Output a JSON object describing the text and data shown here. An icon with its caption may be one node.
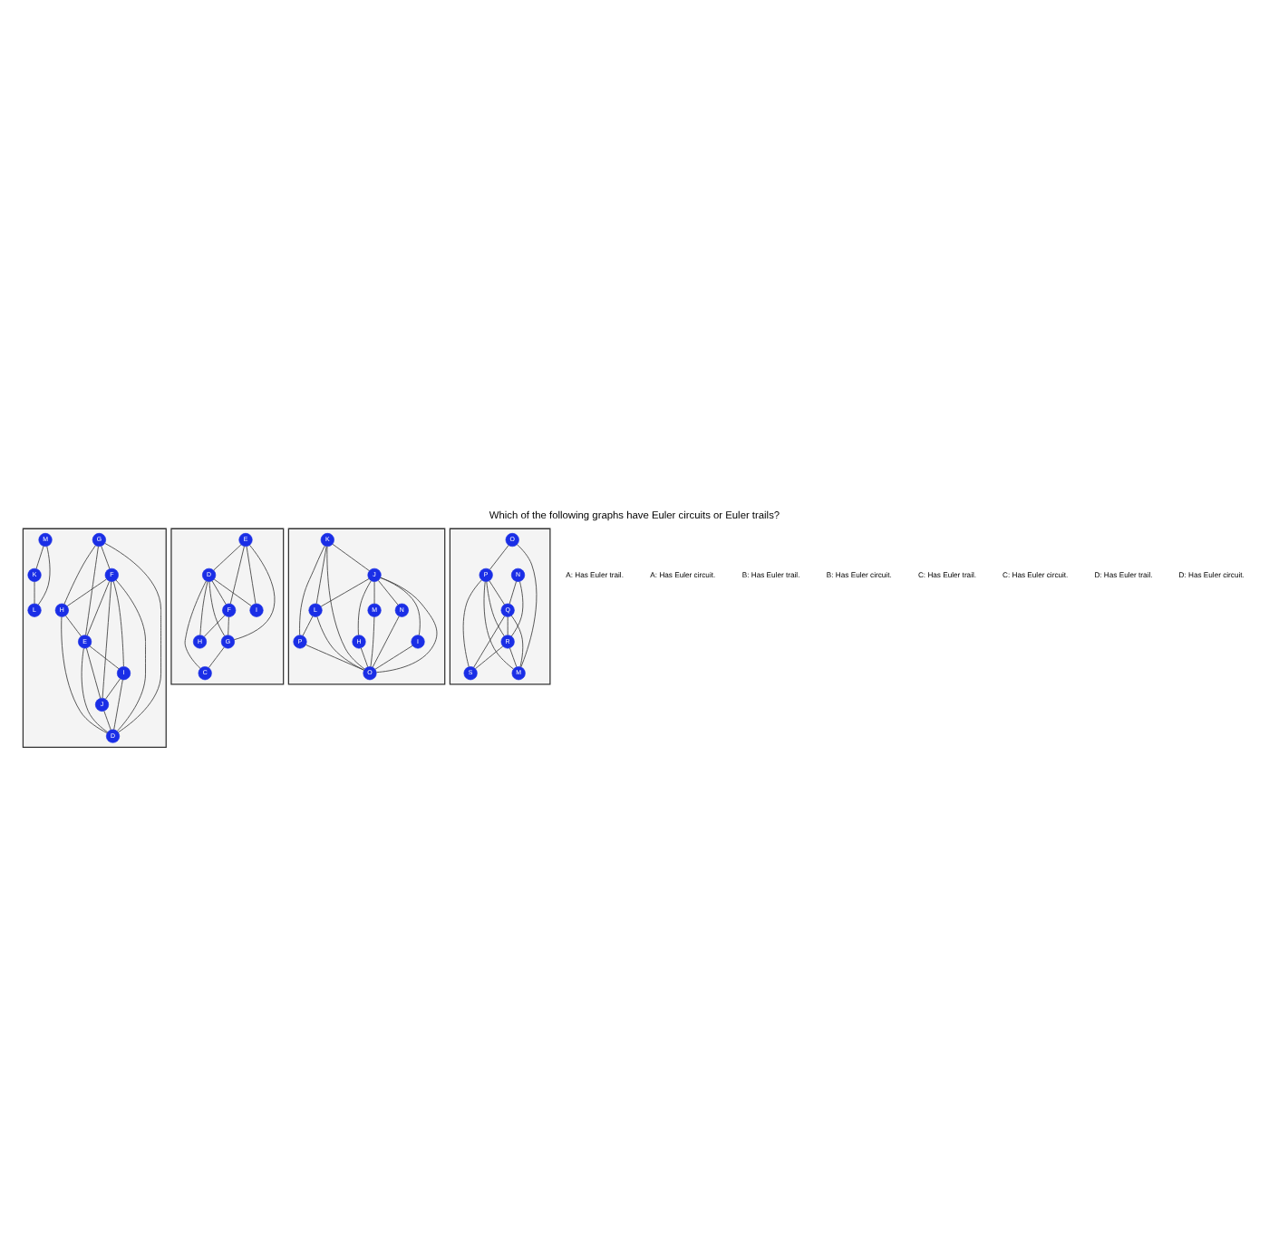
{
  "diagram": {
    "title": "Which of the following graphs have Euler circuits or Euler trails?",
    "nodes": [
      {
        "text": [],
        "shape": "box"
      },
      {
        "text": [
          "G"
        ],
        "in": 0
      },
      {
        "text": [
          "F"
        ],
        "in": 0
      },
      {
        "text": [
          "H"
        ],
        "in": 0
      },
      {
        "text": [
          "E"
        ],
        "in": 0
      },
      {
        "text": [
          "I"
        ],
        "in": 0
      },
      {
        "text": [
          "D"
        ],
        "in": 0
      },
      {
        "text": [
          "J"
        ],
        "in": 0
      },
      {
        "text": [
          "M"
        ],
        "in": 0
      },
      {
        "text": [
          "K"
        ],
        "in": 0
      },
      {
        "text": [
          "L"
        ],
        "in": 0
      },
      {
        "text": [],
        "shape": "box"
      },
      {
        "text": [
          "E"
        ],
        "in": 11
      },
      {
        "text": [
          "D"
        ],
        "in": 11
      },
      {
        "text": [
          "F"
        ],
        "in": 11
      },
      {
        "text": [
          "C"
        ],
        "in": 11
      },
      {
        "text": [
          "G"
        ],
        "in": 11
      },
      {
        "text": [
          "I"
        ],
        "in": 11
      },
      {
        "text": [
          "H"
        ],
        "in": 11
      },
      {
        "text": [],
        "shape": "box"
      },
      {
        "text": [
          "J"
        ],
        "in": 19
      },
      {
        "text": [
          "K"
        ],
        "in": 19
      },
      {
        "text": [
          "I"
        ],
        "in": 19
      },
      {
        "text": [
          "L"
        ],
        "in": 19
      },
      {
        "text": [
          "H"
        ],
        "in": 19
      },
      {
        "text": [
          "M"
        ],
        "in": 19
      },
      {
        "text": [
          "P"
        ],
        "in": 19
      },
      {
        "text": [
          "N"
        ],
        "in": 19
      },
      {
        "text": [
          "O"
        ],
        "in": 19
      },
      {
        "text": [],
        "shape": "box"
      },
      {
        "text": [
          "O"
        ],
        "in": 29
      },
      {
        "text": [
          "N"
        ],
        "in": 29
      },
      {
        "text": [
          "P"
        ],
        "in": 29
      },
      {
        "text": [
          "M"
        ],
        "in": 29
      },
      {
        "text": [
          "Q"
        ],
        "in": 29
      },
      {
        "text": [
          "S"
        ],
        "in": 29
      },
      {
        "text": [
          "R"
        ],
        "in": 29
      }
    ],
    "edges": [
      {
        "from": 1,
        "to": 2,
        "arrow": "none"
      },
      {
        "from": 1,
        "to": 3,
        "arrow": "none"
      },
      {
        "from": 1,
        "to": 4,
        "arrow": "none"
      },
      {
        "from": 1,
        "to": 6,
        "arrow": "none"
      },
      {
        "from": 2,
        "to": 3,
        "arrow": "none"
      },
      {
        "from": 2,
        "to": 4,
        "arrow": "none"
      },
      {
        "from": 2,
        "to": 6,
        "arrow": "none"
      },
      {
        "from": 2,
        "to": 5,
        "arrow": "none"
      },
      {
        "from": 2,
        "to": 7,
        "arrow": "none"
      },
      {
        "from": 3,
        "to": 4,
        "arrow": "none"
      },
      {
        "from": 3,
        "to": 6,
        "arrow": "none"
      },
      {
        "from": 4,
        "to": 5,
        "arrow": "none"
      },
      {
        "from": 4,
        "to": 7,
        "arrow": "none"
      },
      {
        "from": 4,
        "to": 6,
        "arrow": "none"
      },
      {
        "from": 5,
        "to": 6,
        "arrow": "none"
      },
      {
        "from": 5,
        "to": 7,
        "arrow": "none"
      },
      {
        "from": 7,
        "to": 6,
        "arrow": "none"
      },
      {
        "from": 8,
        "to": 9,
        "arrow": "none"
      },
      {
        "from": 8,
        "to": 10,
        "arrow": "none"
      },
      {
        "from": 9,
        "to": 10,
        "arrow": "none"
      },
      {
        "from": 12,
        "to": 13,
        "arrow": "none"
      },
      {
        "from": 12,
        "to": 14,
        "arrow": "none"
      },
      {
        "from": 12,
        "to": 16,
        "arrow": "none"
      },
      {
        "from": 12,
        "to": 17,
        "arrow": "none"
      },
      {
        "from": 13,
        "to": 14,
        "arrow": "none"
      },
      {
        "from": 13,
        "to": 16,
        "arrow": "none"
      },
      {
        "from": 13,
        "to": 18,
        "arrow": "none"
      },
      {
        "from": 13,
        "to": 17,
        "arrow": "none"
      },
      {
        "from": 13,
        "to": 15,
        "arrow": "none"
      },
      {
        "from": 14,
        "to": 16,
        "arrow": "none"
      },
      {
        "from": 14,
        "to": 18,
        "arrow": "none"
      },
      {
        "from": 16,
        "to": 15,
        "arrow": "none"
      },
      {
        "from": 21,
        "to": 20,
        "arrow": "none"
      },
      {
        "from": 20,
        "to": 23,
        "arrow": "none"
      },
      {
        "from": 20,
        "to": 25,
        "arrow": "none"
      },
      {
        "from": 20,
        "to": 27,
        "arrow": "none"
      },
      {
        "from": 20,
        "to": 28,
        "arrow": "none"
      },
      {
        "from": 20,
        "to": 22,
        "arrow": "none"
      },
      {
        "from": 20,
        "to": 24,
        "arrow": "none"
      },
      {
        "from": 21,
        "to": 23,
        "arrow": "none"
      },
      {
        "from": 21,
        "to": 28,
        "arrow": "none"
      },
      {
        "from": 21,
        "to": 26,
        "arrow": "none"
      },
      {
        "from": 23,
        "to": 28,
        "arrow": "none"
      },
      {
        "from": 23,
        "to": 26,
        "arrow": "none"
      },
      {
        "from": 25,
        "to": 28,
        "arrow": "none"
      },
      {
        "from": 27,
        "to": 28,
        "arrow": "none"
      },
      {
        "from": 22,
        "to": 28,
        "arrow": "none"
      },
      {
        "from": 24,
        "to": 28,
        "arrow": "none"
      },
      {
        "from": 26,
        "to": 28,
        "arrow": "none"
      },
      {
        "from": 30,
        "to": 32,
        "arrow": "none"
      },
      {
        "from": 30,
        "to": 33,
        "arrow": "none"
      },
      {
        "from": 31,
        "to": 34,
        "arrow": "none"
      },
      {
        "from": 31,
        "to": 36,
        "arrow": "none"
      },
      {
        "from": 32,
        "to": 34,
        "arrow": "none"
      },
      {
        "from": 32,
        "to": 33,
        "arrow": "none"
      },
      {
        "from": 32,
        "to": 36,
        "arrow": "none"
      },
      {
        "from": 32,
        "to": 35,
        "arrow": "none"
      },
      {
        "from": 34,
        "to": 33,
        "arrow": "none"
      },
      {
        "from": 34,
        "to": 35,
        "arrow": "none"
      },
      {
        "from": 34,
        "to": 36,
        "arrow": "none"
      },
      {
        "from": 36,
        "to": 33,
        "arrow": "none"
      },
      {
        "from": 36,
        "to": 35,
        "arrow": "none"
      }
    ],
    "labels": [
      "A: Has Euler trail.",
      "A: Has Euler circuit.",
      "B: Has Euler trail.",
      "B: Has Euler circuit.",
      "C: Has Euler trail.",
      "C: Has Euler circuit.",
      "D: Has Euler trail.",
      "D: Has Euler circuit."
    ]
  }
}
